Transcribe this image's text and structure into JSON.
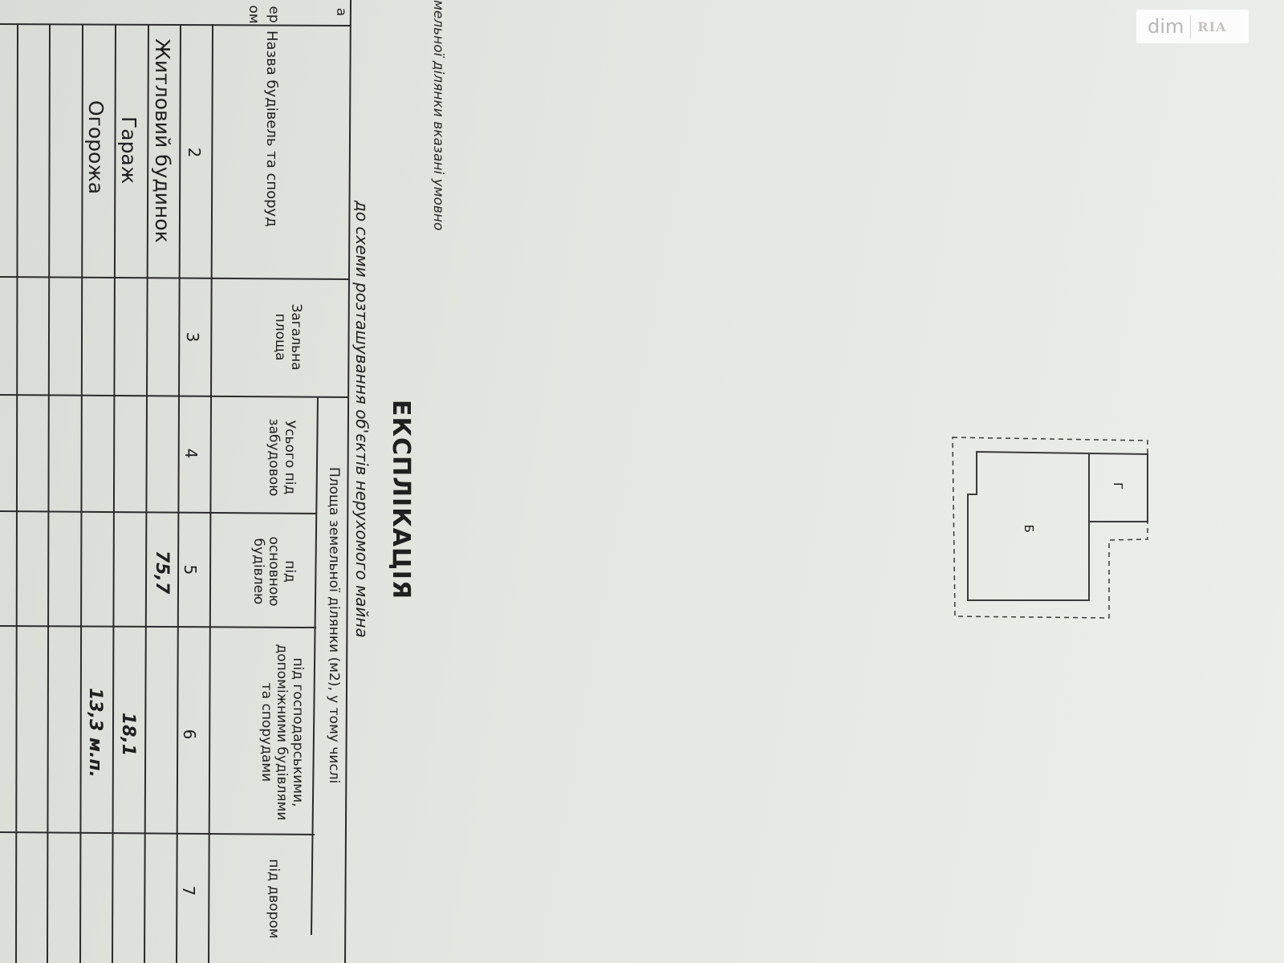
{
  "watermark": {
    "brand": "dim",
    "brand_secondary": "RIA"
  },
  "document": {
    "note": "мельної ділянки вказані умовно",
    "title": "ЕКСПЛІКАЦІЯ",
    "subtitle": "до схеми розташування об'єктів нерухомого майна",
    "table": {
      "headers": {
        "col1_a": "а",
        "col1_b": "ер",
        "col1_c": "ом",
        "name": "Назва будівель та споруд",
        "total_area": "Загальна площа",
        "land_area_group": "Площа земельної ділянки (м2), у тому числі",
        "total_built": "Усього під забудовою",
        "main_building": "під основною будівлею",
        "auxiliary": "під господарськими, допоміжними будівлями та спорудами",
        "yard": "під двором"
      },
      "numbering": [
        "2",
        "3",
        "4",
        "5",
        "6",
        "7"
      ],
      "rows": [
        {
          "name": "Житловий будинок",
          "main_building": "75,7",
          "auxiliary": ""
        },
        {
          "name": "Гараж",
          "main_building": "",
          "auxiliary": "18,1"
        },
        {
          "name": "Огорожа",
          "main_building": "",
          "auxiliary": "13,3 м.п."
        }
      ]
    }
  },
  "plan": {
    "label_building": "Б",
    "label_garage": "Г"
  }
}
